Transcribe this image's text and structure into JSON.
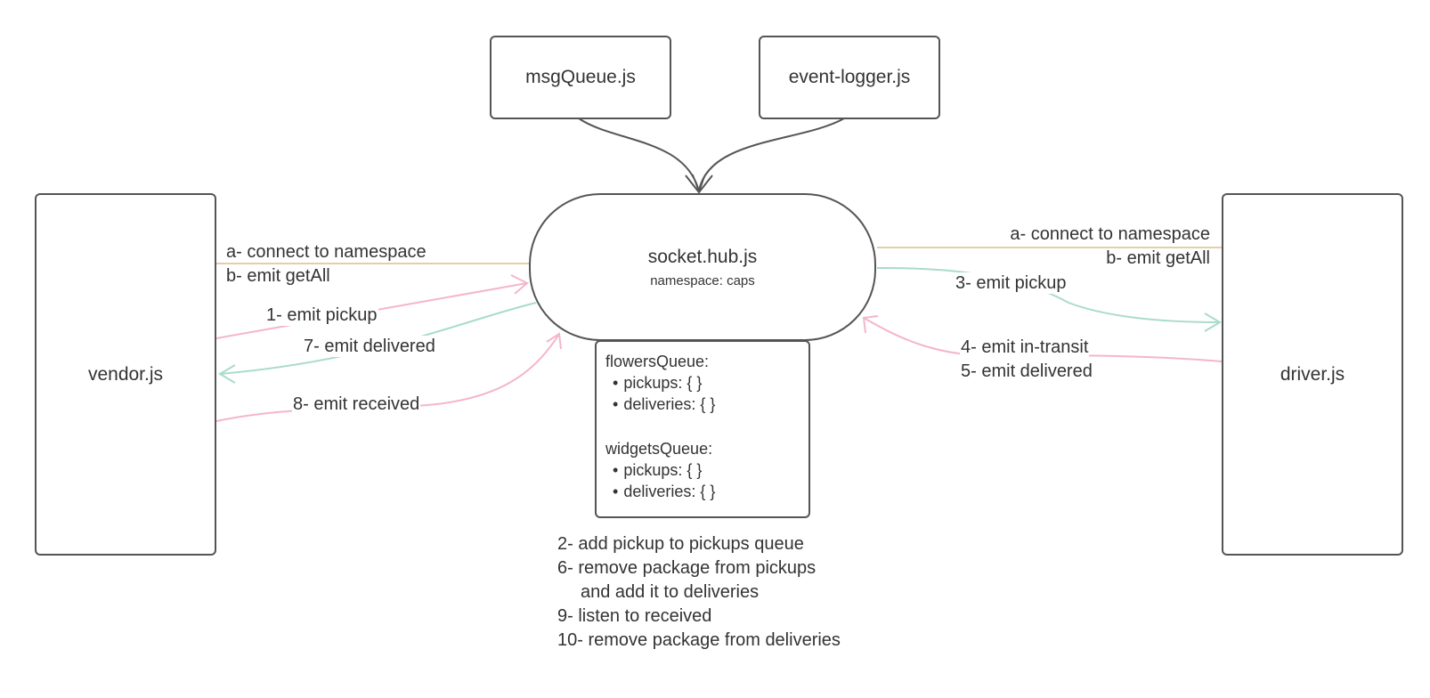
{
  "colors": {
    "border": "#555555",
    "pink": "#f4b6c8",
    "green": "#a9dcc9",
    "tan": "#e2cfa6",
    "gray_arrow": "#555555"
  },
  "nodes": {
    "msg_queue": "msgQueue.js",
    "event_logger": "event-logger.js",
    "hub_title": "socket.hub.js",
    "hub_namespace": "namespace: caps",
    "vendor": "vendor.js",
    "driver": "driver.js"
  },
  "queues": {
    "flowers_title": "flowersQueue:",
    "flowers_items": [
      "pickups: { }",
      "deliveries: { }"
    ],
    "widgets_title": "widgetsQueue:",
    "widgets_items": [
      "pickups: { }",
      "deliveries: { }"
    ]
  },
  "vendor_edges": {
    "a": "a- connect to namespace",
    "b": "b- emit getAll",
    "e1": "1- emit pickup",
    "e7": "7- emit delivered",
    "e8": "8- emit received"
  },
  "driver_edges": {
    "a": "a- connect to namespace",
    "b": "b- emit getAll",
    "e3": "3- emit pickup",
    "e4": "4- emit in-transit",
    "e5": "5- emit delivered"
  },
  "hub_notes": [
    "2- add pickup to pickups queue",
    "6- remove package from pickups",
    "and add it to deliveries",
    "9- listen to received",
    "10- remove package from deliveries"
  ]
}
